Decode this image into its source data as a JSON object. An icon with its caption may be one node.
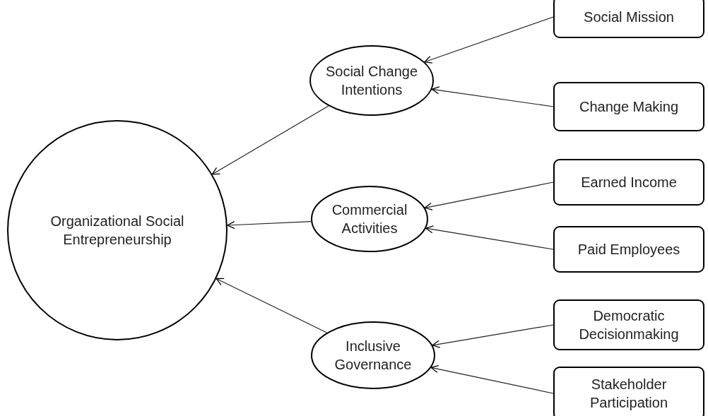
{
  "diagram": {
    "nodes": [
      {
        "text": [
          "Organizational Social Entrepreneurship"
        ]
      },
      {
        "text": [
          "Social Change Intentions"
        ]
      },
      {
        "text": [
          "Social Mission"
        ]
      },
      {
        "text": [
          "Change Making"
        ]
      },
      {
        "text": [
          "Commercial Activities"
        ]
      },
      {
        "text": [
          "Earned Income"
        ]
      },
      {
        "text": [
          "Paid Employees"
        ]
      },
      {
        "text": [
          "Inclusive Governance"
        ]
      },
      {
        "text": [
          "Democratic Decisionmaking"
        ]
      },
      {
        "text": [
          "Stakeholder Participation"
        ]
      }
    ],
    "edges": [
      {
        "from": 1,
        "to": 0,
        "arrow": "to"
      },
      {
        "from": 2,
        "to": 1,
        "arrow": "to"
      },
      {
        "from": 3,
        "to": 1,
        "arrow": "to"
      },
      {
        "from": 4,
        "to": 0,
        "arrow": "to"
      },
      {
        "from": 5,
        "to": 4,
        "arrow": "to"
      },
      {
        "from": 6,
        "to": 4,
        "arrow": "to"
      },
      {
        "from": 7,
        "to": 0,
        "arrow": "to"
      },
      {
        "from": 8,
        "to": 7,
        "arrow": "to"
      },
      {
        "from": 9,
        "to": 7,
        "arrow": "to"
      }
    ]
  }
}
